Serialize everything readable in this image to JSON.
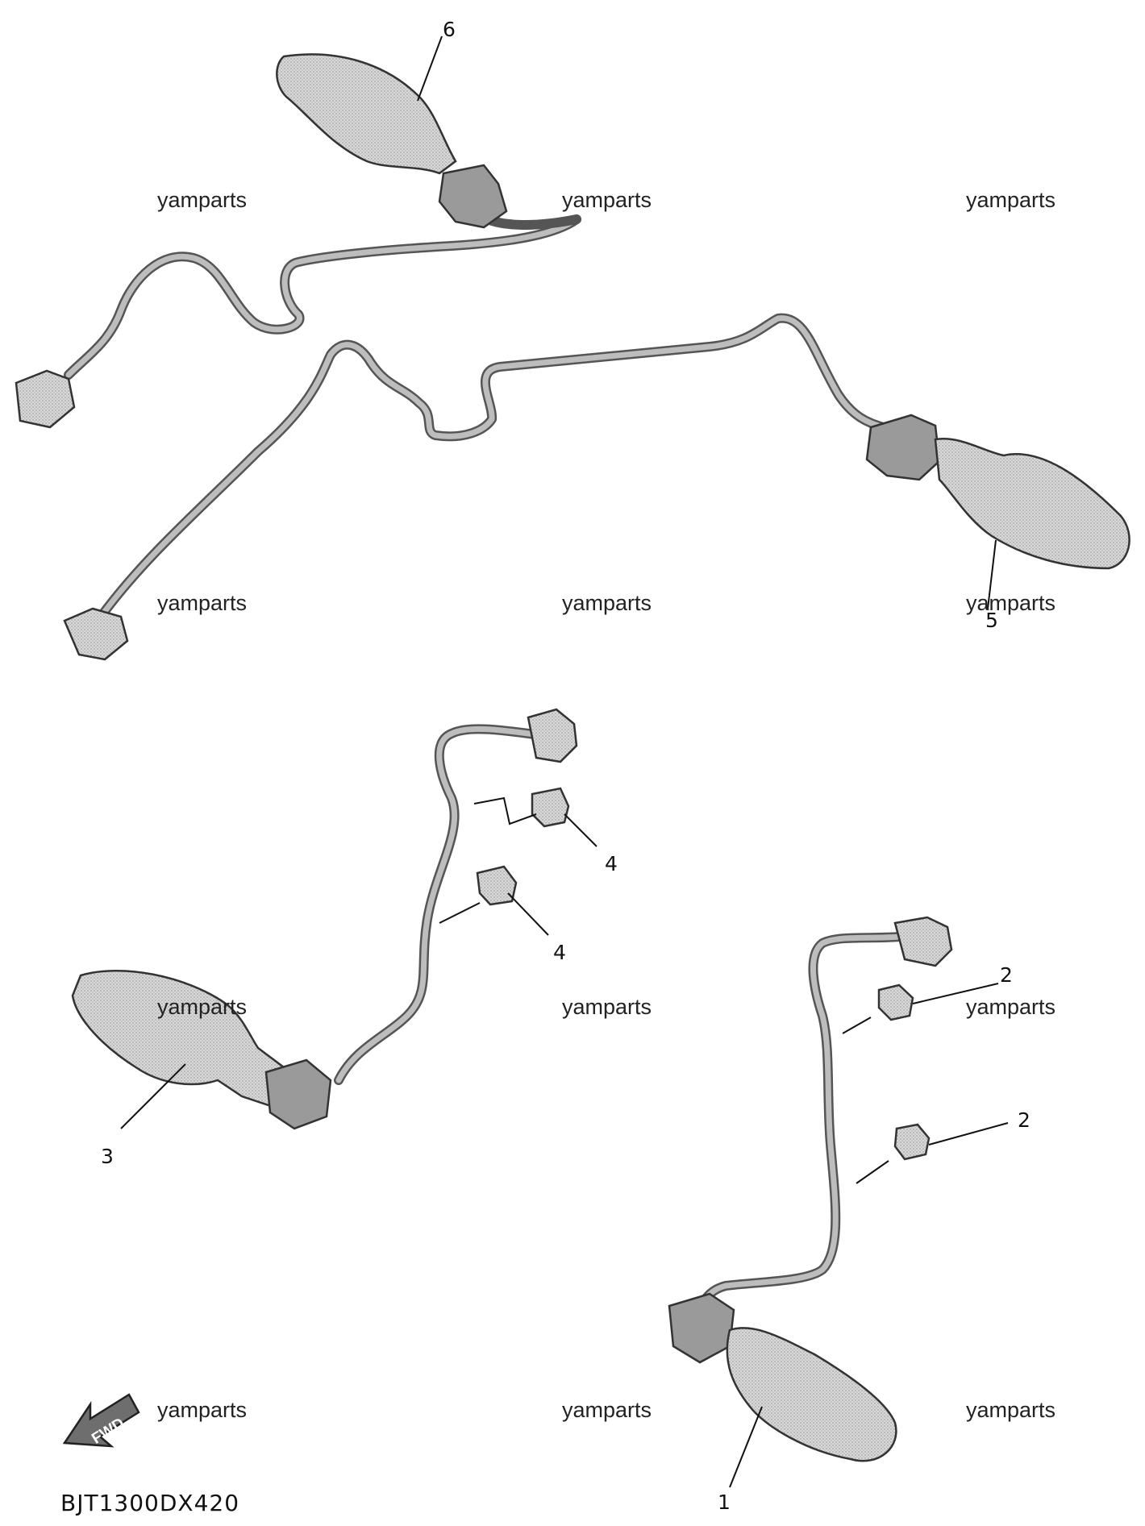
{
  "drawing_code": "BJT1300DX420",
  "fwd_label": "FWD",
  "watermark": "yamparts",
  "callouts": [
    "1",
    "2",
    "2",
    "3",
    "4",
    "4",
    "5",
    "6"
  ],
  "icons": [
    "fwd-arrow-icon"
  ]
}
